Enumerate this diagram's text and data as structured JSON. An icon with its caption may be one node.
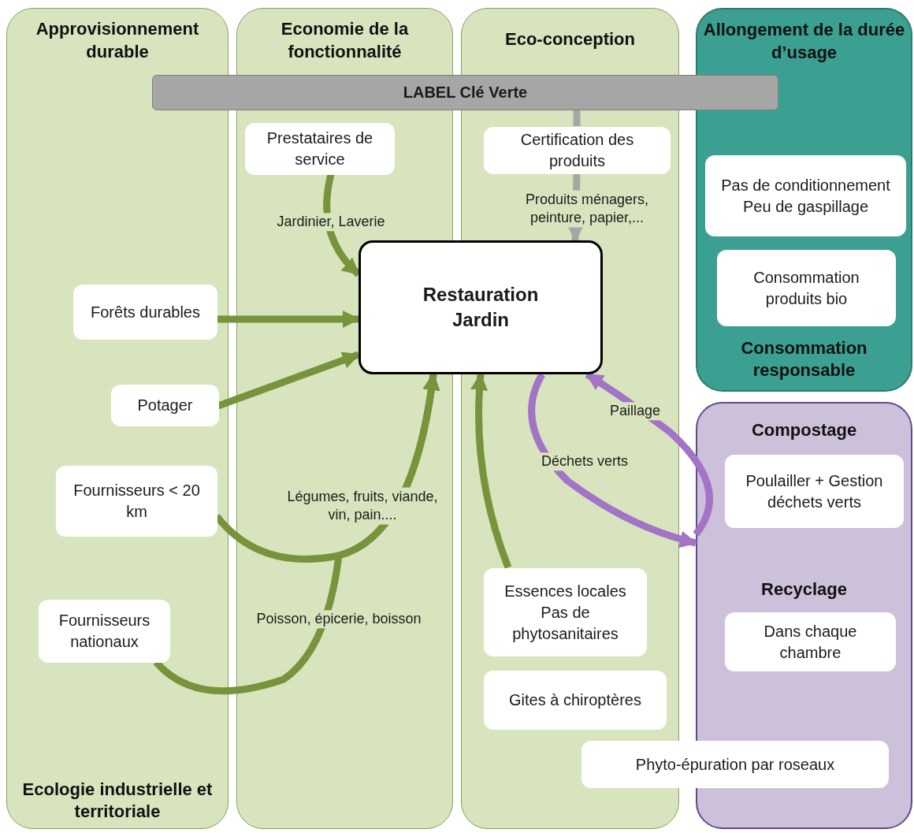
{
  "diagram": {
    "nodes": [
      {
        "text": [
          "Approvisionnement durable",
          "Ecologie industrielle et territoriale"
        ]
      },
      {
        "text": [
          "Economie de la fonctionnalité"
        ]
      },
      {
        "text": [
          "Eco-conception"
        ]
      },
      {
        "text": [
          "Allongement de la durée d’usage",
          "Consommation responsable"
        ]
      },
      {
        "text": [
          "LABEL Clé Verte"
        ]
      },
      {
        "text": [
          "Prestataires de service"
        ],
        "in": 1
      },
      {
        "text": [
          "Certification des produits"
        ],
        "in": 2
      },
      {
        "text": [
          "Pas de conditionnement",
          "Peu de gaspillage"
        ],
        "in": 3
      },
      {
        "text": [
          "Forêts durables"
        ],
        "in": 0
      },
      {
        "text": [
          "Restauration",
          "Jardin"
        ]
      },
      {
        "text": [
          "Consommation produits bio"
        ],
        "in": 3
      },
      {
        "text": [
          "Potager"
        ],
        "in": 0
      },
      {
        "text": [
          "Compostage",
          "Recyclage"
        ]
      },
      {
        "text": [
          "Poulailler + Gestion déchets verts"
        ],
        "in": 12
      },
      {
        "text": [
          "Fournisseurs < 20 km"
        ],
        "in": 0
      },
      {
        "text": [
          "Essences locales",
          "Pas de phytosanitaires"
        ],
        "in": 2
      },
      {
        "text": [
          "Fournisseurs nationaux"
        ],
        "in": 0
      },
      {
        "text": [
          "Dans chaque chambre"
        ],
        "in": 12
      },
      {
        "text": [
          "Gites à chiroptères"
        ],
        "in": 2
      },
      {
        "text": [
          "Phyto-épuration par roseaux"
        ]
      }
    ],
    "edges": [
      {
        "from": 4,
        "to": 6,
        "arrow": "none",
        "color": "#a6a6a6"
      },
      {
        "from": 6,
        "to": 9,
        "arrow": "to",
        "label": "Produits ménagers, peinture, papier,...",
        "color": "#a6a6a6"
      },
      {
        "from": 5,
        "to": 9,
        "arrow": "to",
        "label": "Jardinier, Laverie"
      },
      {
        "from": 8,
        "to": 9,
        "arrow": "to"
      },
      {
        "from": 11,
        "to": 9,
        "arrow": "to"
      },
      {
        "from": 14,
        "to": 9,
        "arrow": "to",
        "label": "Légumes, fruits, viande, vin, pain...."
      },
      {
        "from": 16,
        "to": 9,
        "arrow": "to",
        "label": "Poisson, épicerie, boisson"
      },
      {
        "from": 15,
        "to": 9,
        "arrow": "to"
      },
      {
        "from": 9,
        "to": 12,
        "arrow": "to",
        "label": "Déchets verts",
        "color": "#a374c6"
      },
      {
        "from": 12,
        "to": 9,
        "arrow": "to",
        "label": "Paillage",
        "color": "#a374c6"
      }
    ]
  }
}
